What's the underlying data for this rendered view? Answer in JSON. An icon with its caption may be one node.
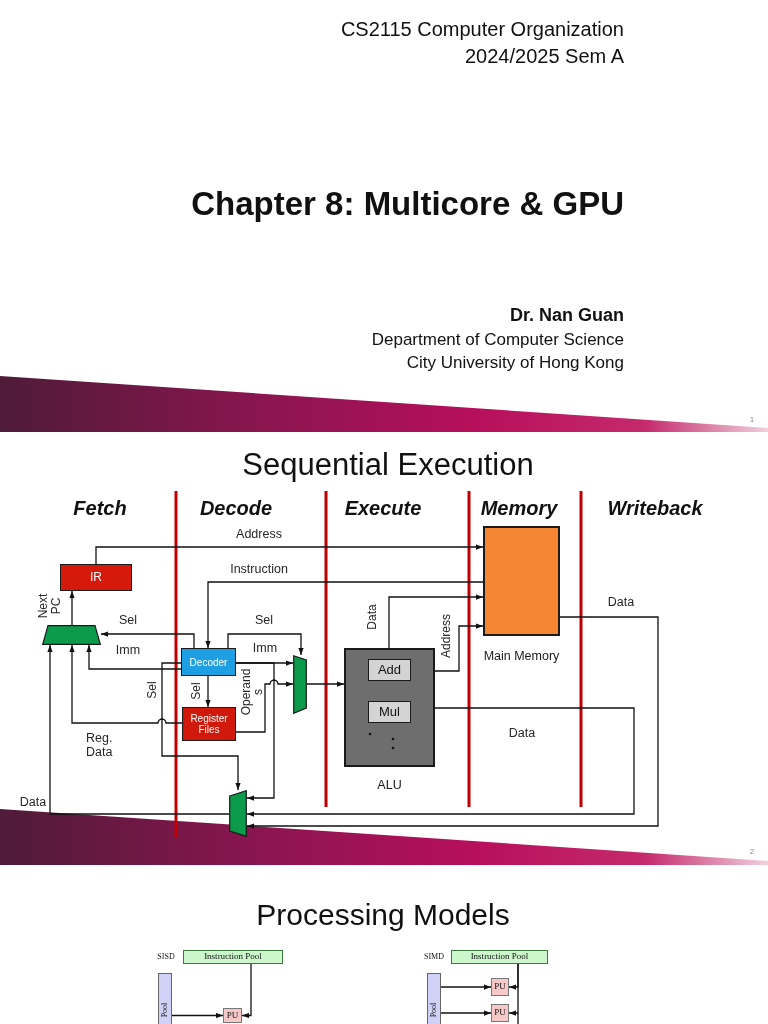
{
  "diagram": {
    "nodes": [
      {
        "text": [
          "IR"
        ]
      },
      {
        "text": [],
        "shape": "trapezoid"
      },
      {
        "text": [
          "Decoder"
        ]
      },
      {
        "text": [
          "Register Files"
        ]
      },
      {
        "text": [],
        "shape": "trapezoid"
      },
      {
        "text": [
          "ALU"
        ]
      },
      {
        "text": [
          "Add"
        ],
        "in": 5
      },
      {
        "text": [
          "Mul"
        ],
        "in": 5
      },
      {
        "text": [
          "Main Memory"
        ]
      },
      {
        "text": [],
        "shape": "trapezoid"
      },
      {
        "text": [
          "Instruction Pool"
        ]
      },
      {
        "text": [
          "Pool"
        ]
      },
      {
        "text": [
          "PU"
        ]
      },
      {
        "text": [
          "Instruction Pool"
        ]
      },
      {
        "text": [
          "Pool"
        ]
      },
      {
        "text": [
          "PU"
        ]
      },
      {
        "text": [
          "PU"
        ]
      }
    ],
    "edges": [
      {
        "from": 0,
        "to": 8,
        "arrow": "to",
        "label": "Address"
      },
      {
        "from": 8,
        "to": 2,
        "arrow": "to",
        "label": "Instruction"
      },
      {
        "from": 1,
        "to": 0,
        "arrow": "to",
        "label": "Next PC"
      },
      {
        "from": 2,
        "to": 1,
        "arrow": "to",
        "label": "Sel"
      },
      {
        "from": 2,
        "to": 1,
        "arrow": "to",
        "label": "Imm"
      },
      {
        "from": 2,
        "to": 4,
        "arrow": "to",
        "label": "Sel"
      },
      {
        "from": 2,
        "to": 4,
        "arrow": "to",
        "label": "Imm"
      },
      {
        "from": 2,
        "to": 3,
        "arrow": "to",
        "label": "Sel"
      },
      {
        "from": 3,
        "to": 4,
        "arrow": "to",
        "label": "Operands"
      },
      {
        "from": 2,
        "to": 9,
        "arrow": "to"
      },
      {
        "from": 2,
        "to": 9,
        "arrow": "to",
        "label": "Sel"
      },
      {
        "from": 3,
        "to": 1,
        "arrow": "to",
        "label": "Reg. Data"
      },
      {
        "from": 9,
        "to": 1,
        "arrow": "to",
        "label": "Data"
      },
      {
        "from": 5,
        "to": 8,
        "arrow": "to",
        "label": "Data"
      },
      {
        "from": 5,
        "to": 8,
        "arrow": "to",
        "label": "Address"
      },
      {
        "from": 4,
        "to": 5,
        "arrow": "to"
      },
      {
        "from": 8,
        "to": 9,
        "arrow": "to",
        "label": "Data"
      },
      {
        "from": 5,
        "to": 9,
        "arrow": "to",
        "label": "Data"
      },
      {
        "from": 10,
        "to": 12,
        "arrow": "to"
      },
      {
        "from": 11,
        "to": 12,
        "arrow": "to"
      },
      {
        "from": 13,
        "to": 15,
        "arrow": "to"
      },
      {
        "from": 13,
        "to": 16,
        "arrow": "to"
      },
      {
        "from": 14,
        "to": 15,
        "arrow": "to"
      },
      {
        "from": 14,
        "to": 16,
        "arrow": "to"
      }
    ],
    "labels": [
      "CS2115 Computer Organization",
      "2024/2025 Sem A",
      "Chapter 8: Multicore & GPU",
      "Dr. Nan Guan",
      "Department of Computer Science",
      "City University of Hong Kong",
      "1",
      "Sequential Execution",
      "Fetch",
      "Decode",
      "Execute",
      "Memory",
      "Writeback",
      "2",
      "Processing Models",
      "SISD",
      "SIMD"
    ]
  }
}
